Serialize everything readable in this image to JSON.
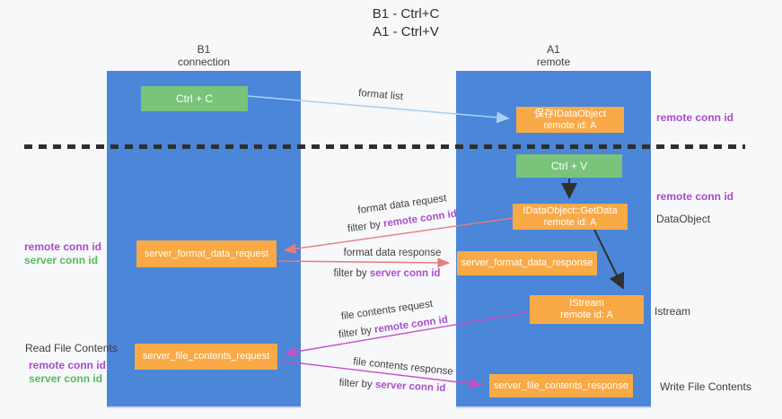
{
  "title": {
    "line1": "B1 - Ctrl+C",
    "line2": "A1 - Ctrl+V"
  },
  "columns": {
    "left": {
      "header_line1": "B1",
      "header_line2": "connection"
    },
    "right": {
      "header_line1": "A1",
      "header_line2": "remote"
    }
  },
  "boxes": {
    "ctrl_c": {
      "label": "Ctrl + C"
    },
    "save_idataobject": {
      "line1": "保存IDataObject",
      "line2": "remote id: A"
    },
    "ctrl_v": {
      "label": "Ctrl + V"
    },
    "getdata": {
      "line1": "IDataObject::GetData",
      "line2": "remote id: A"
    },
    "format_request": {
      "label": "server_format_data_request"
    },
    "format_response": {
      "label": "server_format_data_response"
    },
    "istream": {
      "line1": "IStream",
      "line2": "remote id: A"
    },
    "file_request": {
      "label": "server_file_contents_request"
    },
    "file_response": {
      "label": "server_file_contents_response"
    }
  },
  "annotations": {
    "format_list": "format list",
    "format_data_request": "format data request",
    "filter_remote_1": {
      "prefix": "filter by ",
      "highlight": "remote conn id"
    },
    "format_data_response": "format data response",
    "filter_server_1": {
      "prefix": "filter by ",
      "highlight": "server conn id"
    },
    "file_contents_request": "file contents request",
    "filter_remote_2": {
      "prefix": "filter by ",
      "highlight": "remote conn id"
    },
    "file_contents_response": "file contents response",
    "filter_server_2": {
      "prefix": "filter by ",
      "highlight": "server conn id"
    }
  },
  "side_labels": {
    "left_remote_conn_1": "remote conn id",
    "left_server_conn_1": "server conn id",
    "read_file_contents": "Read File Contents",
    "left_remote_conn_2": "remote conn id",
    "left_server_conn_2": "server conn id",
    "right_remote_conn_1": "remote conn id",
    "right_remote_conn_2": "remote conn id",
    "dataobject": "DataObject",
    "istream": "Istream",
    "write_file_contents": "Write File Contents"
  },
  "colors": {
    "column_blue": "#4b86d8",
    "box_green": "#79c37b",
    "box_orange": "#f9aa47",
    "arrow_light_blue": "#a9d2f2",
    "arrow_black": "#303030",
    "arrow_salmon": "#e87c7c",
    "arrow_magenta": "#c94fc4",
    "text_purple": "#ab4fc9",
    "text_green": "#57b961",
    "background": "#f7f8fa"
  }
}
